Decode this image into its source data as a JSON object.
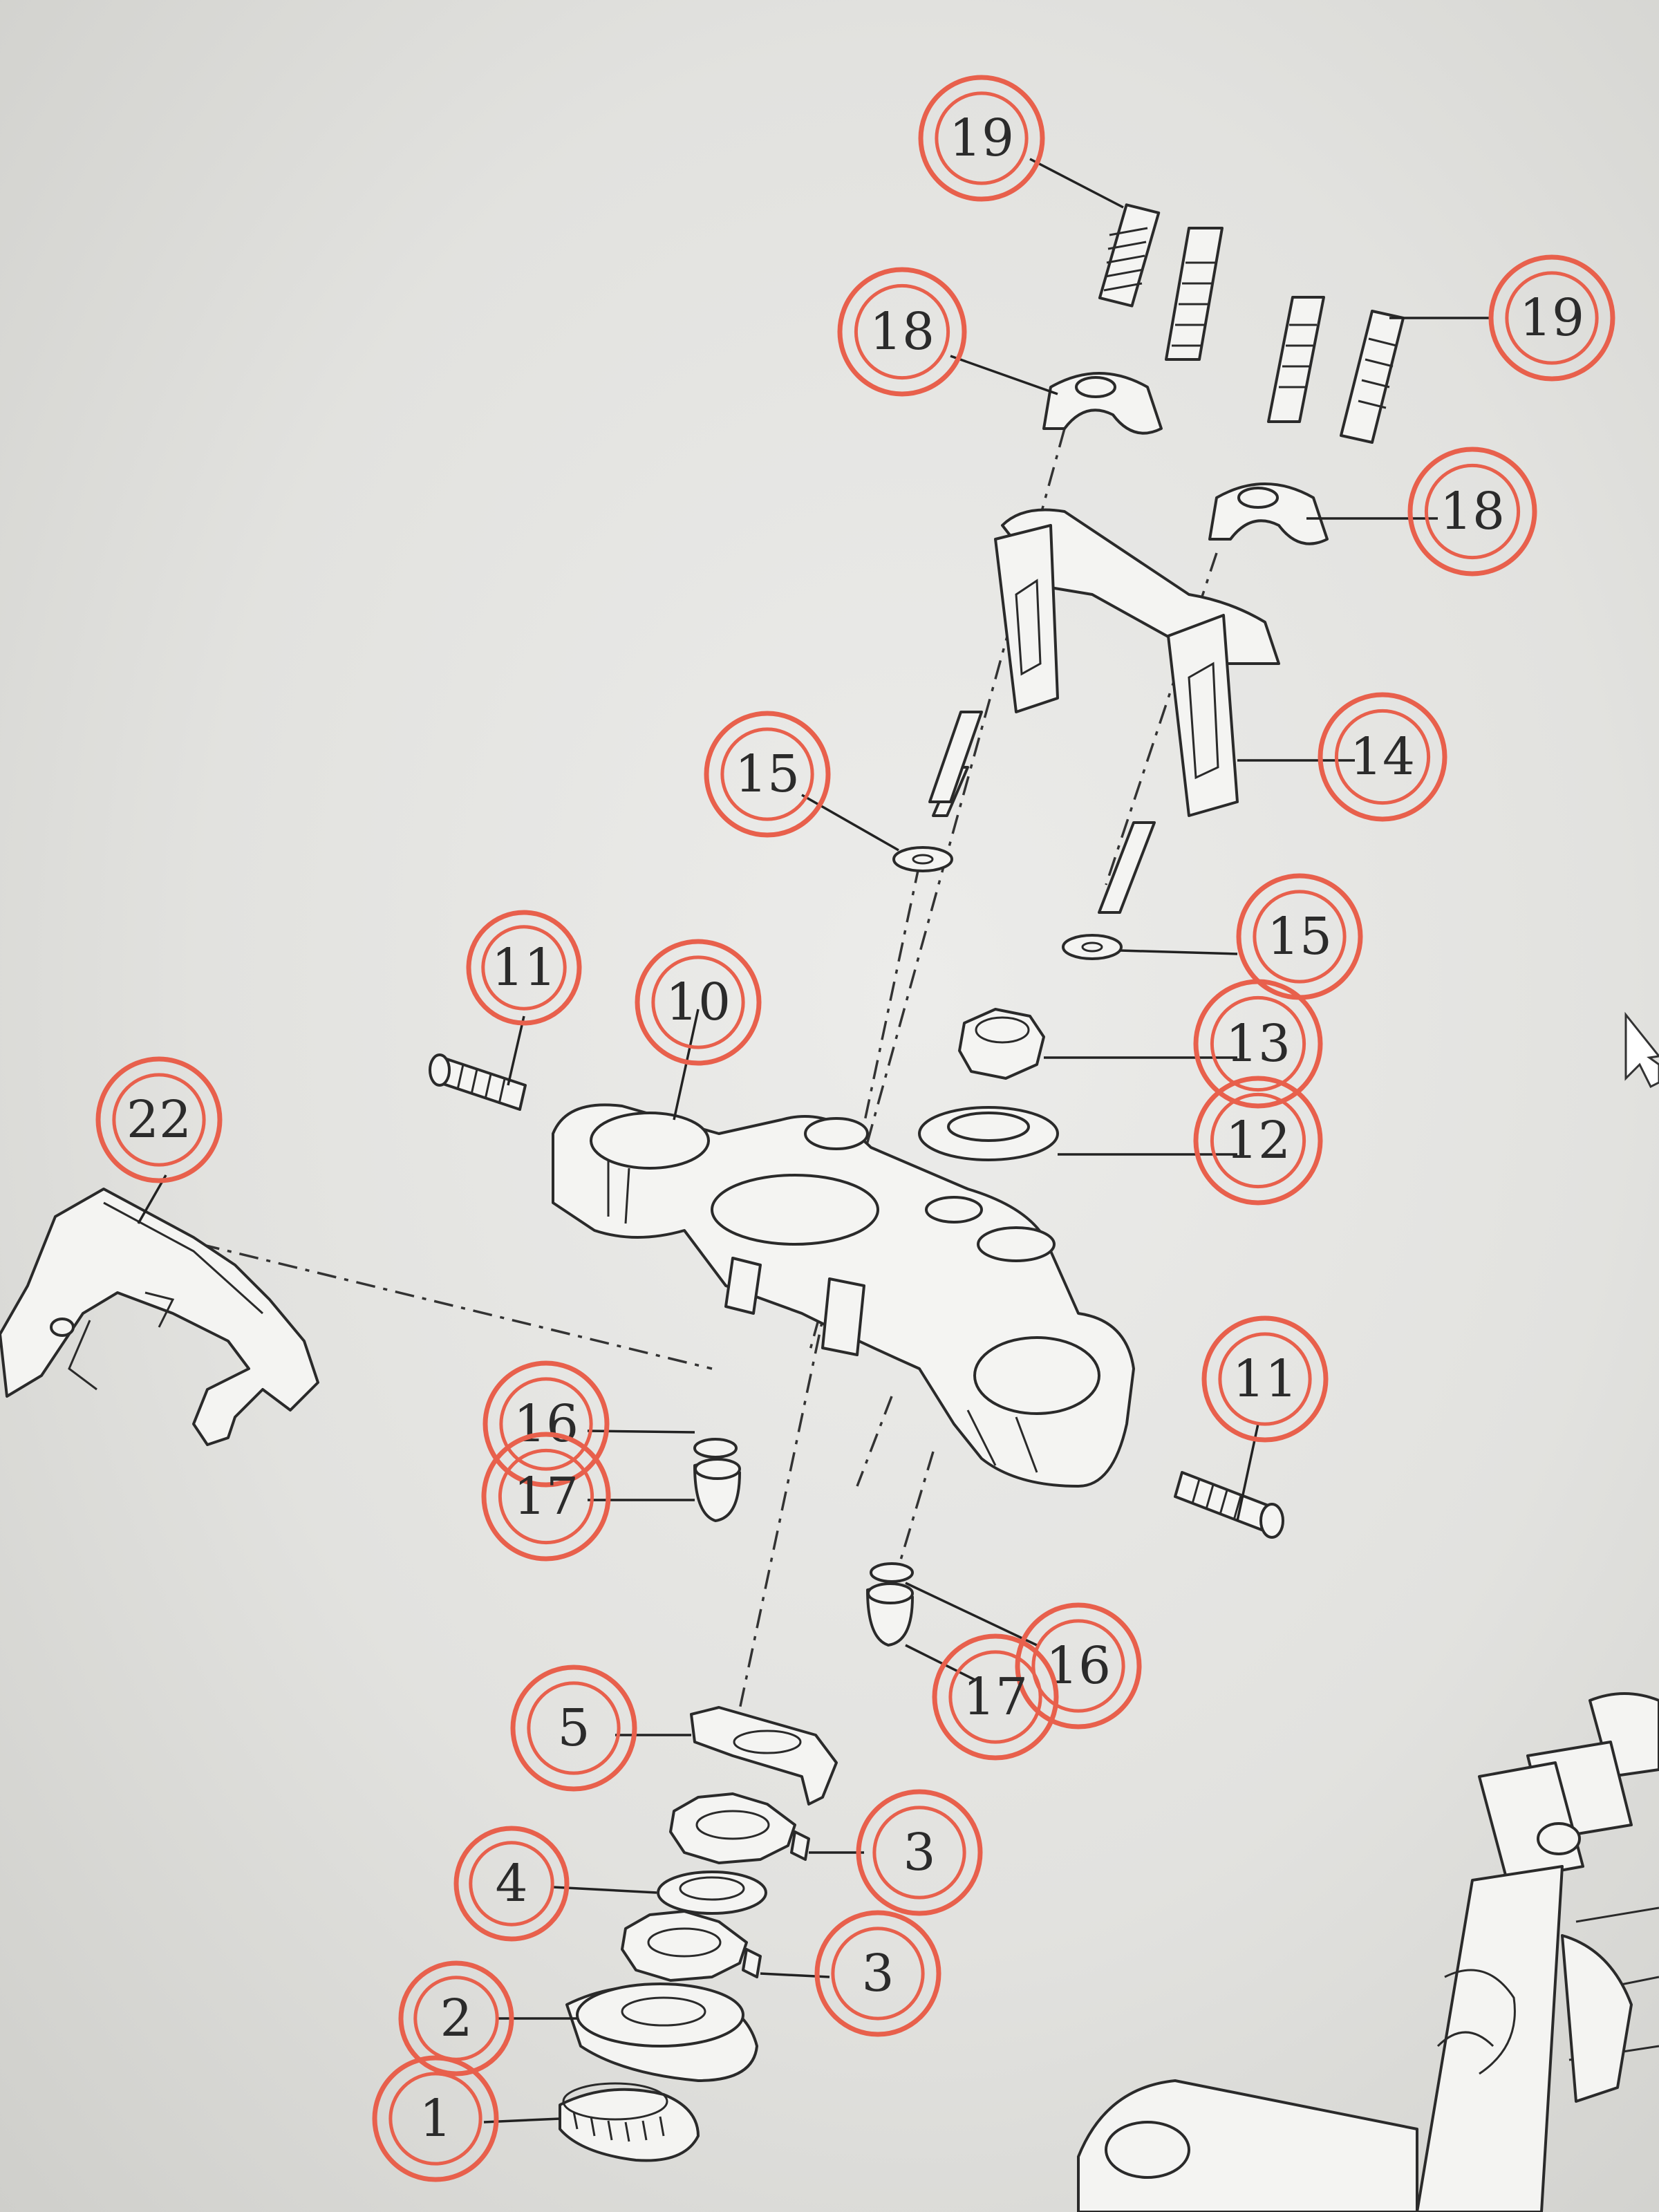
{
  "callouts": [
    {
      "label": "19"
    },
    {
      "label": "18"
    },
    {
      "label": "19"
    },
    {
      "label": "18"
    },
    {
      "label": "14"
    },
    {
      "label": "15"
    },
    {
      "label": "15"
    },
    {
      "label": "11"
    },
    {
      "label": "10"
    },
    {
      "label": "13"
    },
    {
      "label": "12"
    },
    {
      "label": "22"
    },
    {
      "label": "16"
    },
    {
      "label": "17"
    },
    {
      "label": "11"
    },
    {
      "label": "16"
    },
    {
      "label": "17"
    },
    {
      "label": "5"
    },
    {
      "label": "3"
    },
    {
      "label": "4"
    },
    {
      "label": "3"
    },
    {
      "label": "2"
    },
    {
      "label": "1"
    }
  ],
  "colors": {
    "callout_ring": "#e8604c",
    "line_art": "#2a2a2a",
    "paper": "#e6e6e3"
  },
  "icons": {
    "cursor": "mouse-pointer-icon"
  }
}
